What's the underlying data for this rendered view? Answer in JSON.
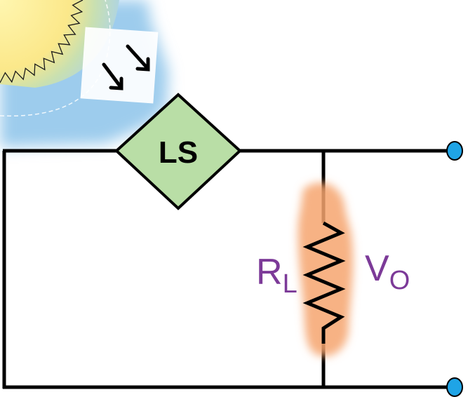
{
  "source_label": "LS",
  "resistor": {
    "label_main": "R",
    "label_sub": "L"
  },
  "output_voltage": {
    "label_main": "V",
    "label_sub": "O"
  },
  "colors": {
    "wire": "#000000",
    "source_fill": "#b9dea6",
    "source_stroke": "#000000",
    "terminal": "#1fa4e6",
    "label_text": "#7c3a98",
    "resistor_glow": "#f6a56f",
    "sun_core": "#fbe88a",
    "sun_glow": "#7bb9e3",
    "sun_ring": "#ffffff"
  },
  "icons": {
    "sun": "sun-icon",
    "light_rays": "light-rays-icon"
  }
}
